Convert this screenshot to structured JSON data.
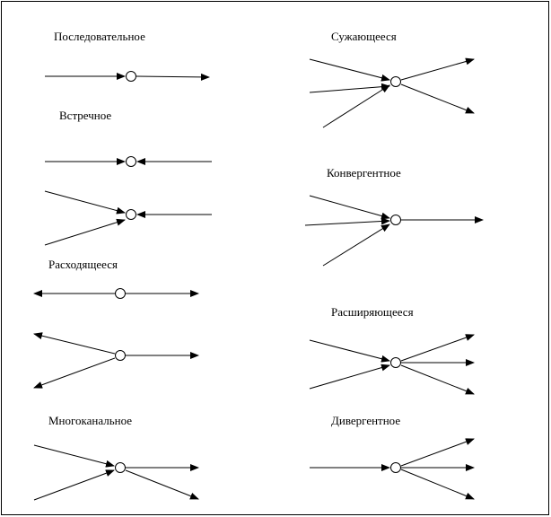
{
  "labels": {
    "sequential": "Последовательное",
    "counter": "Встречное",
    "diverging": "Расходящееся",
    "multichannel": "Многоканальное",
    "narrowing": "Сужающееся",
    "convergent": "Конвергентное",
    "expanding": "Расширяющееся",
    "divergent": "Дивергентное"
  },
  "colors": {
    "stroke": "#000000",
    "background": "#ffffff"
  }
}
